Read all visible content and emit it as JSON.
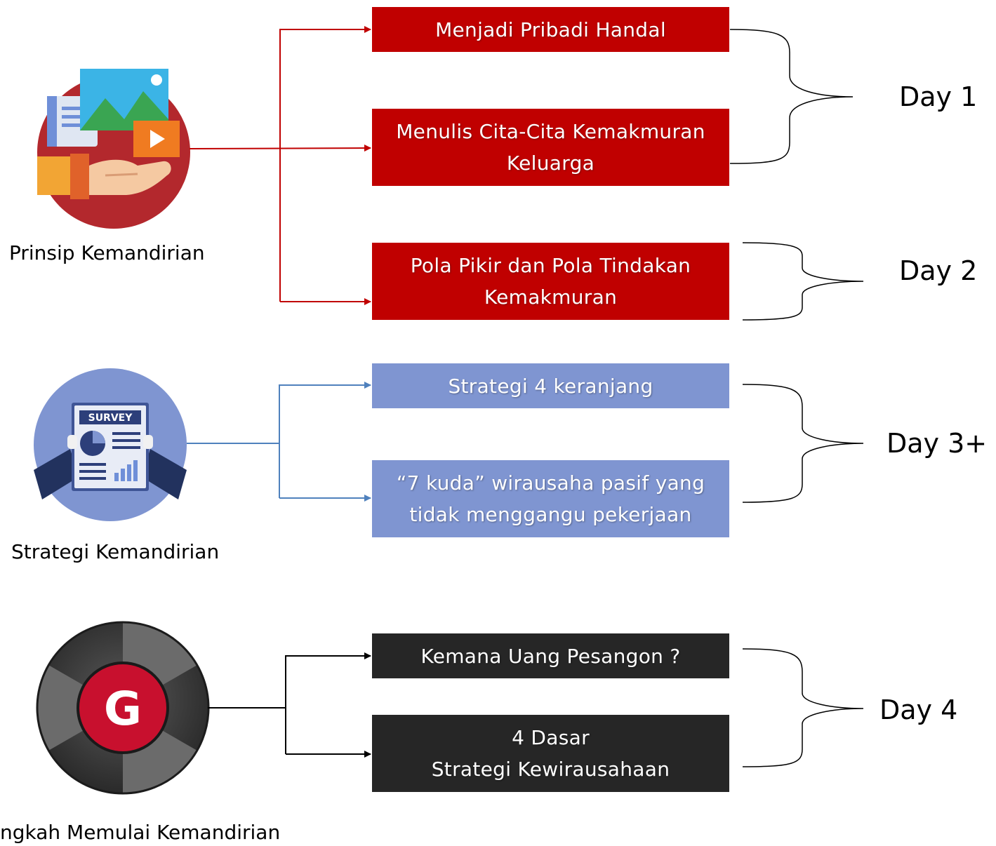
{
  "groups": [
    {
      "caption": "Prinsip Kemandirian",
      "icon": "hand-media-icon",
      "color": "#c00000",
      "boxes": [
        "Menjadi Pribadi Handal",
        "Menulis Cita-Cita Kemakmuran\nKeluarga",
        "Pola Pikir dan Pola Tindakan\nKemakmuran"
      ]
    },
    {
      "caption": "Strategi Kemandirian",
      "icon": "survey-icon",
      "color": "#7f95d1",
      "boxes": [
        "Strategi 4 keranjang",
        "“7 kuda” wirausaha pasif yang\ntidak menggangu pekerjaan"
      ]
    },
    {
      "caption": "ngkah Memulai Kemandirian",
      "icon": "puzzle-g-logo-icon",
      "color": "#262626",
      "boxes": [
        "Kemana Uang Pesangon ?",
        "4 Dasar\nStrategi Kewirausahaan"
      ]
    }
  ],
  "days": [
    "Day 1",
    "Day 2",
    "Day 3+",
    "Day 4"
  ],
  "logo_letter": "G",
  "survey_label": "SURVEY"
}
